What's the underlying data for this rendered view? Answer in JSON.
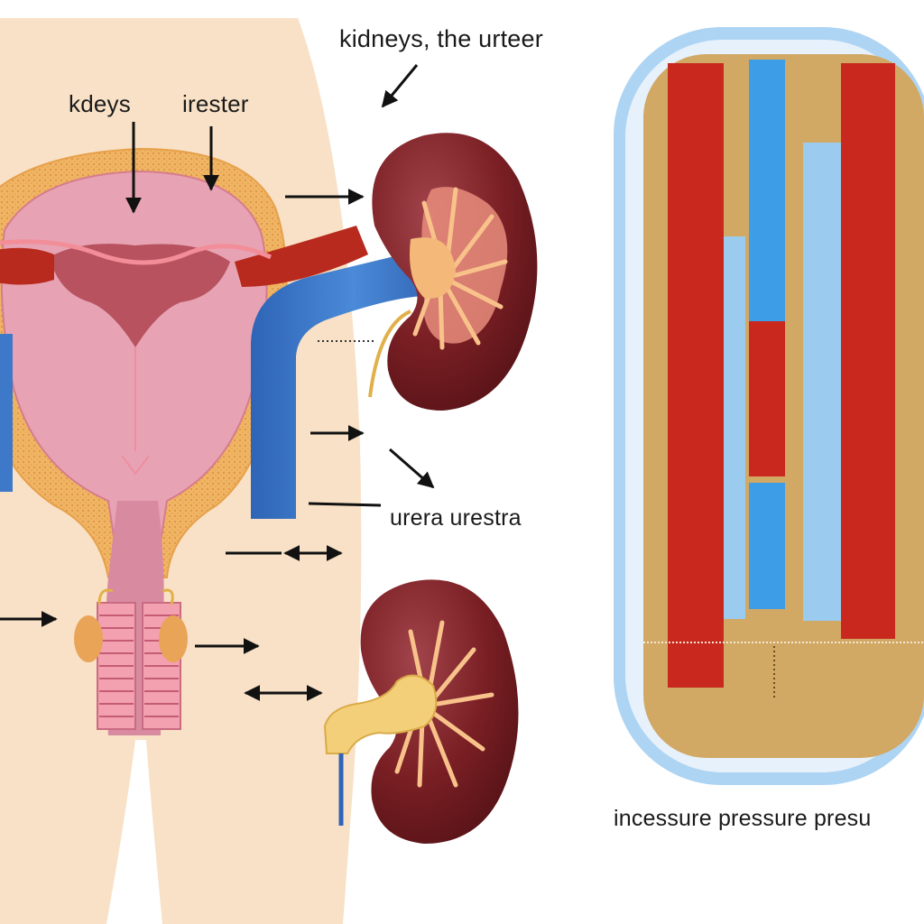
{
  "labels": {
    "top_right": "kidneys, the urteer",
    "kdeys": "kdeys",
    "irester": "irester",
    "urera": "urera urestra",
    "pressure": "incessure pressure presu"
  },
  "colors": {
    "skin": "#f8e1c6",
    "fat": "#eeae5c",
    "bladder": "#e7a3b4",
    "bladder_inner": "#b8525e",
    "kidney": "#7a1f24",
    "kidney_pelvis": "#f4b878",
    "ureter_blue": "#3d78c9",
    "artery_red": "#b82a1d",
    "gauge_frame": "#aed4f3",
    "gauge_fill": "#d2a865",
    "bar_red": "#c8281e",
    "bar_blue": "#3d9de6",
    "bar_light_blue": "#9ccbf0"
  },
  "icons": [
    "right-arrow-icon",
    "down-arrow-icon",
    "double-arrow-icon",
    "diagonal-arrow-icon"
  ]
}
